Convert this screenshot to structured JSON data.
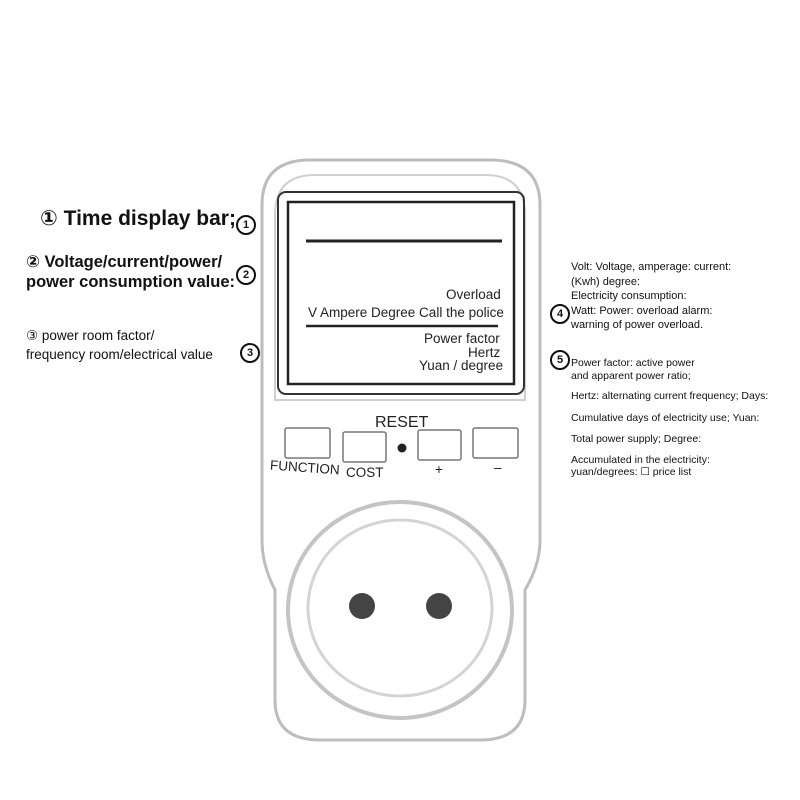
{
  "left_labels": {
    "time_display": "① Time display bar;",
    "voltage_line1": "② Voltage/current/power/",
    "voltage_line2": "power consumption value:",
    "power_factor_line1": "③ power room factor/",
    "power_factor_line2": "frequency room/electrical value"
  },
  "markers": {
    "m1": "1",
    "m2": "2",
    "m3": "3",
    "m4": "4",
    "m5": "5"
  },
  "screen": {
    "overload": "Overload",
    "units_row": "V  Ampere  Degree  Call the police",
    "power_factor": "Power factor",
    "hertz": "Hertz",
    "yuan_degree": "Yuan / degree"
  },
  "buttons": {
    "reset": "RESET",
    "function": "FUNCTION",
    "cost": "COST",
    "plus": "+",
    "minus": "–"
  },
  "right_notes_a": [
    "Volt: Voltage, amperage: current:",
    "(Kwh) degree:",
    "Electricity consumption:",
    "Watt: Power: overload alarm:",
    " warning of power overload."
  ],
  "right_notes_b": [
    "Power factor: active power",
    "and apparent power ratio;",
    "Hertz: alternating current frequency; Days:",
    "Cumulative days of electricity use; Yuan:",
    "Total power supply; Degree:",
    "Accumulated in the electricity:",
    "yuan/degrees: ☐ price list"
  ],
  "colors": {
    "outline": "#bdbdbd",
    "ink": "#111111",
    "socket_hole": "#444444"
  }
}
